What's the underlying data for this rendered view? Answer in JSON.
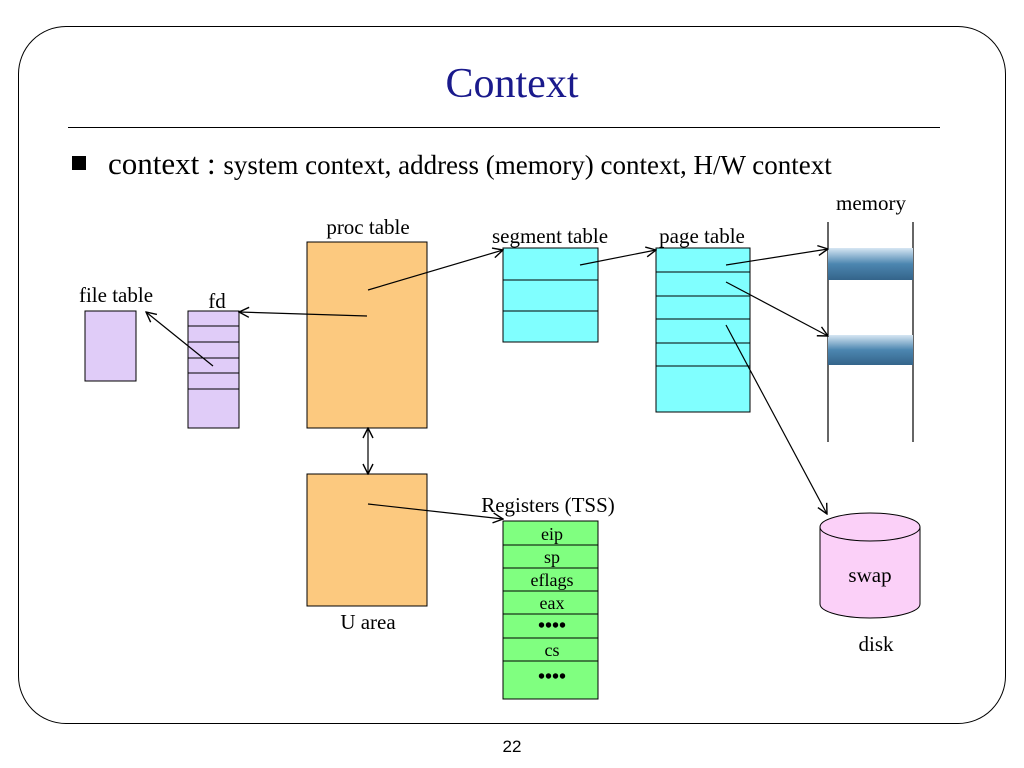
{
  "slide": {
    "title": "Context",
    "bullet": {
      "lead": "context : ",
      "rest": "system context, address (memory) context, H/W context"
    },
    "page_number": "22"
  },
  "diagram": {
    "labels": {
      "memory": "memory",
      "proc_table": "proc table",
      "segment_table": "segment table",
      "page_table": "page table",
      "file_table": "file table",
      "fd": "fd",
      "registers": "Registers (TSS)",
      "u_area": "U area",
      "swap": "swap",
      "disk": "disk"
    },
    "registers": [
      "eip",
      "sp",
      "eflags",
      "eax",
      "••••",
      "cs",
      "••••"
    ],
    "colors": {
      "title": "#1a1a8c",
      "proc_fill": "#fcc97f",
      "file_fill": "#e0ccf8",
      "table_fill": "#80ffff",
      "register_fill": "#80ff80",
      "swap_fill": "#fbd0f8",
      "memory_block": "#4c86b0"
    }
  }
}
